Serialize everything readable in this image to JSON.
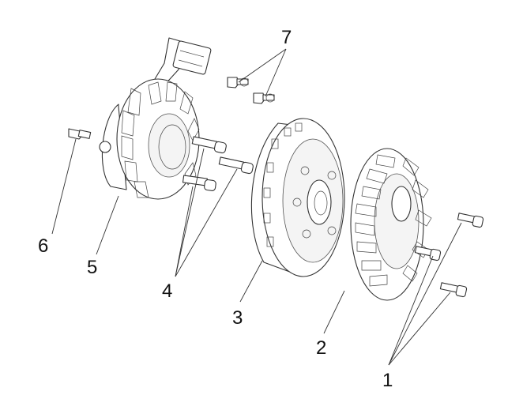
{
  "callouts": [
    {
      "id": "1",
      "label": "1"
    },
    {
      "id": "2",
      "label": "2"
    },
    {
      "id": "3",
      "label": "3"
    },
    {
      "id": "4",
      "label": "4"
    },
    {
      "id": "5",
      "label": "5"
    },
    {
      "id": "6",
      "label": "6"
    },
    {
      "id": "7",
      "label": "7"
    }
  ],
  "parts": {
    "screws_1": "screw-icon",
    "fan": "cooling-fan-icon",
    "flywheel": "flywheel-rotor-icon",
    "screws_4": "screw-icon",
    "stator": "stator-coil-icon",
    "screw_6": "screw-icon",
    "screws_7": "screw-icon"
  },
  "colors": {
    "line": "#333333",
    "background": "#ffffff"
  }
}
